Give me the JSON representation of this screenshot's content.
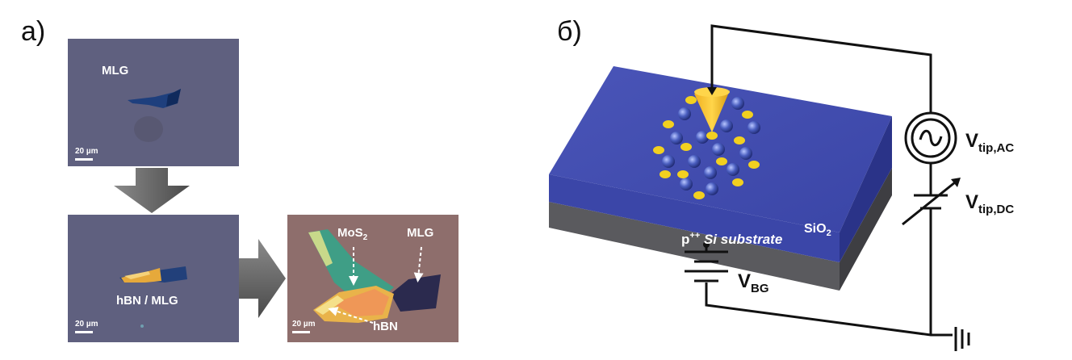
{
  "panel_a": {
    "label": "а)",
    "image1": {
      "label": "MLG",
      "scale": "20 µm"
    },
    "image2": {
      "label": "hBN / MLG",
      "scale": "20 µm"
    },
    "image3": {
      "mos2": "MoS",
      "mos2_sub": "2",
      "mlg": "MLG",
      "hbn": "hBN",
      "scale": "20 µm"
    }
  },
  "panel_b": {
    "label": "б)",
    "sio2": "SiO",
    "sio2_sub": "2",
    "substrate": "p",
    "substrate_sup": "++",
    "substrate_rest": " Si substrate",
    "vtip_ac": "V",
    "vtip_ac_sub": "tip,AC",
    "vtip_dc": "V",
    "vtip_dc_sub": "tip,DC",
    "vbg": "V",
    "vbg_sub": "BG"
  },
  "colors": {
    "micro_bg": "#5f607f",
    "flake_blue": "#1f3f7a",
    "hbn_yellow": "#e7a93a",
    "sio2_blue": "#4a55b8",
    "substrate_gray": "#6e6e72"
  }
}
